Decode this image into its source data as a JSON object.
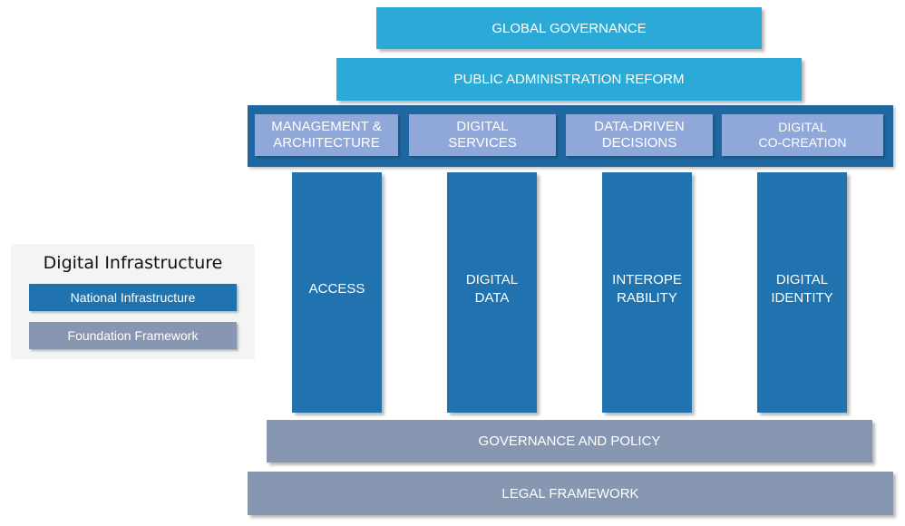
{
  "colors": {
    "top_layer": "#2baad8",
    "band_bg": "#1f67a1",
    "band_cell": "#8fa8d9",
    "pillar": "#2073ae",
    "foundation": "#8797b2",
    "legend_bg": "#f3f5f5"
  },
  "top": {
    "global_governance": "GLOBAL GOVERNANCE",
    "public_administration_reform": "PUBLIC ADMINISTRATION REFORM"
  },
  "band": {
    "cells": [
      {
        "line1": "MANAGEMENT &",
        "line2": "ARCHITECTURE"
      },
      {
        "line1": "DIGITAL",
        "line2": "SERVICES"
      },
      {
        "line1": "DATA-DRIVEN",
        "line2": "DECISIONS"
      },
      {
        "line1": "DIGITAL",
        "line2": "CO-CREATION"
      }
    ]
  },
  "pillars": [
    {
      "line1": "ACCESS",
      "line2": ""
    },
    {
      "line1": "DIGITAL",
      "line2": "DATA"
    },
    {
      "line1": "INTEROPE",
      "line2": "RABILITY"
    },
    {
      "line1": "DIGITAL",
      "line2": "IDENTITY"
    }
  ],
  "foundation": {
    "governance_and_policy": "GOVERNANCE AND POLICY",
    "legal_framework": "LEGAL FRAMEWORK"
  },
  "legend": {
    "title": "Digital Infrastructure",
    "items": [
      {
        "label": "National Infrastructure"
      },
      {
        "label": "Foundation Framework"
      }
    ]
  }
}
